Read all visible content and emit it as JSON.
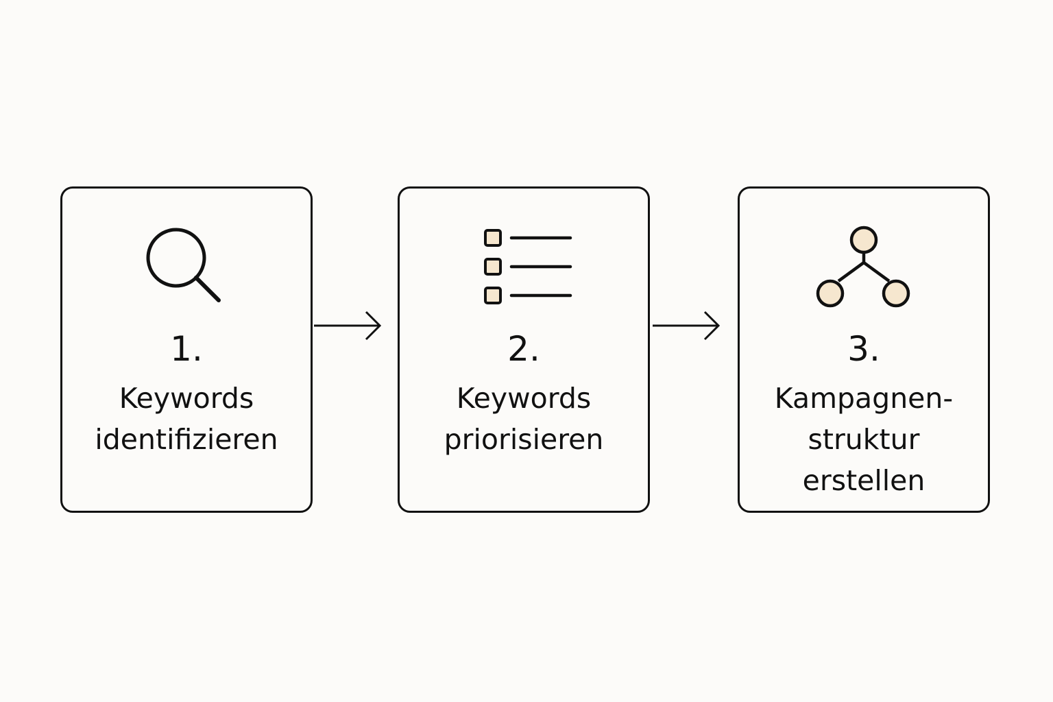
{
  "colors": {
    "background": "#fcfbf9",
    "stroke": "#111111",
    "icon_fill": "#f6e7cf"
  },
  "steps": [
    {
      "number": "1.",
      "label_lines": [
        "Keywords",
        "identifizieren"
      ],
      "icon": "search-icon"
    },
    {
      "number": "2.",
      "label_lines": [
        "Keywords",
        "priorisieren"
      ],
      "icon": "checklist-icon"
    },
    {
      "number": "3.",
      "label_lines": [
        "Kampagnen-",
        "struktur",
        "erstellen"
      ],
      "icon": "network-icon"
    }
  ],
  "connectors": [
    "arrow-right-icon",
    "arrow-right-icon"
  ]
}
